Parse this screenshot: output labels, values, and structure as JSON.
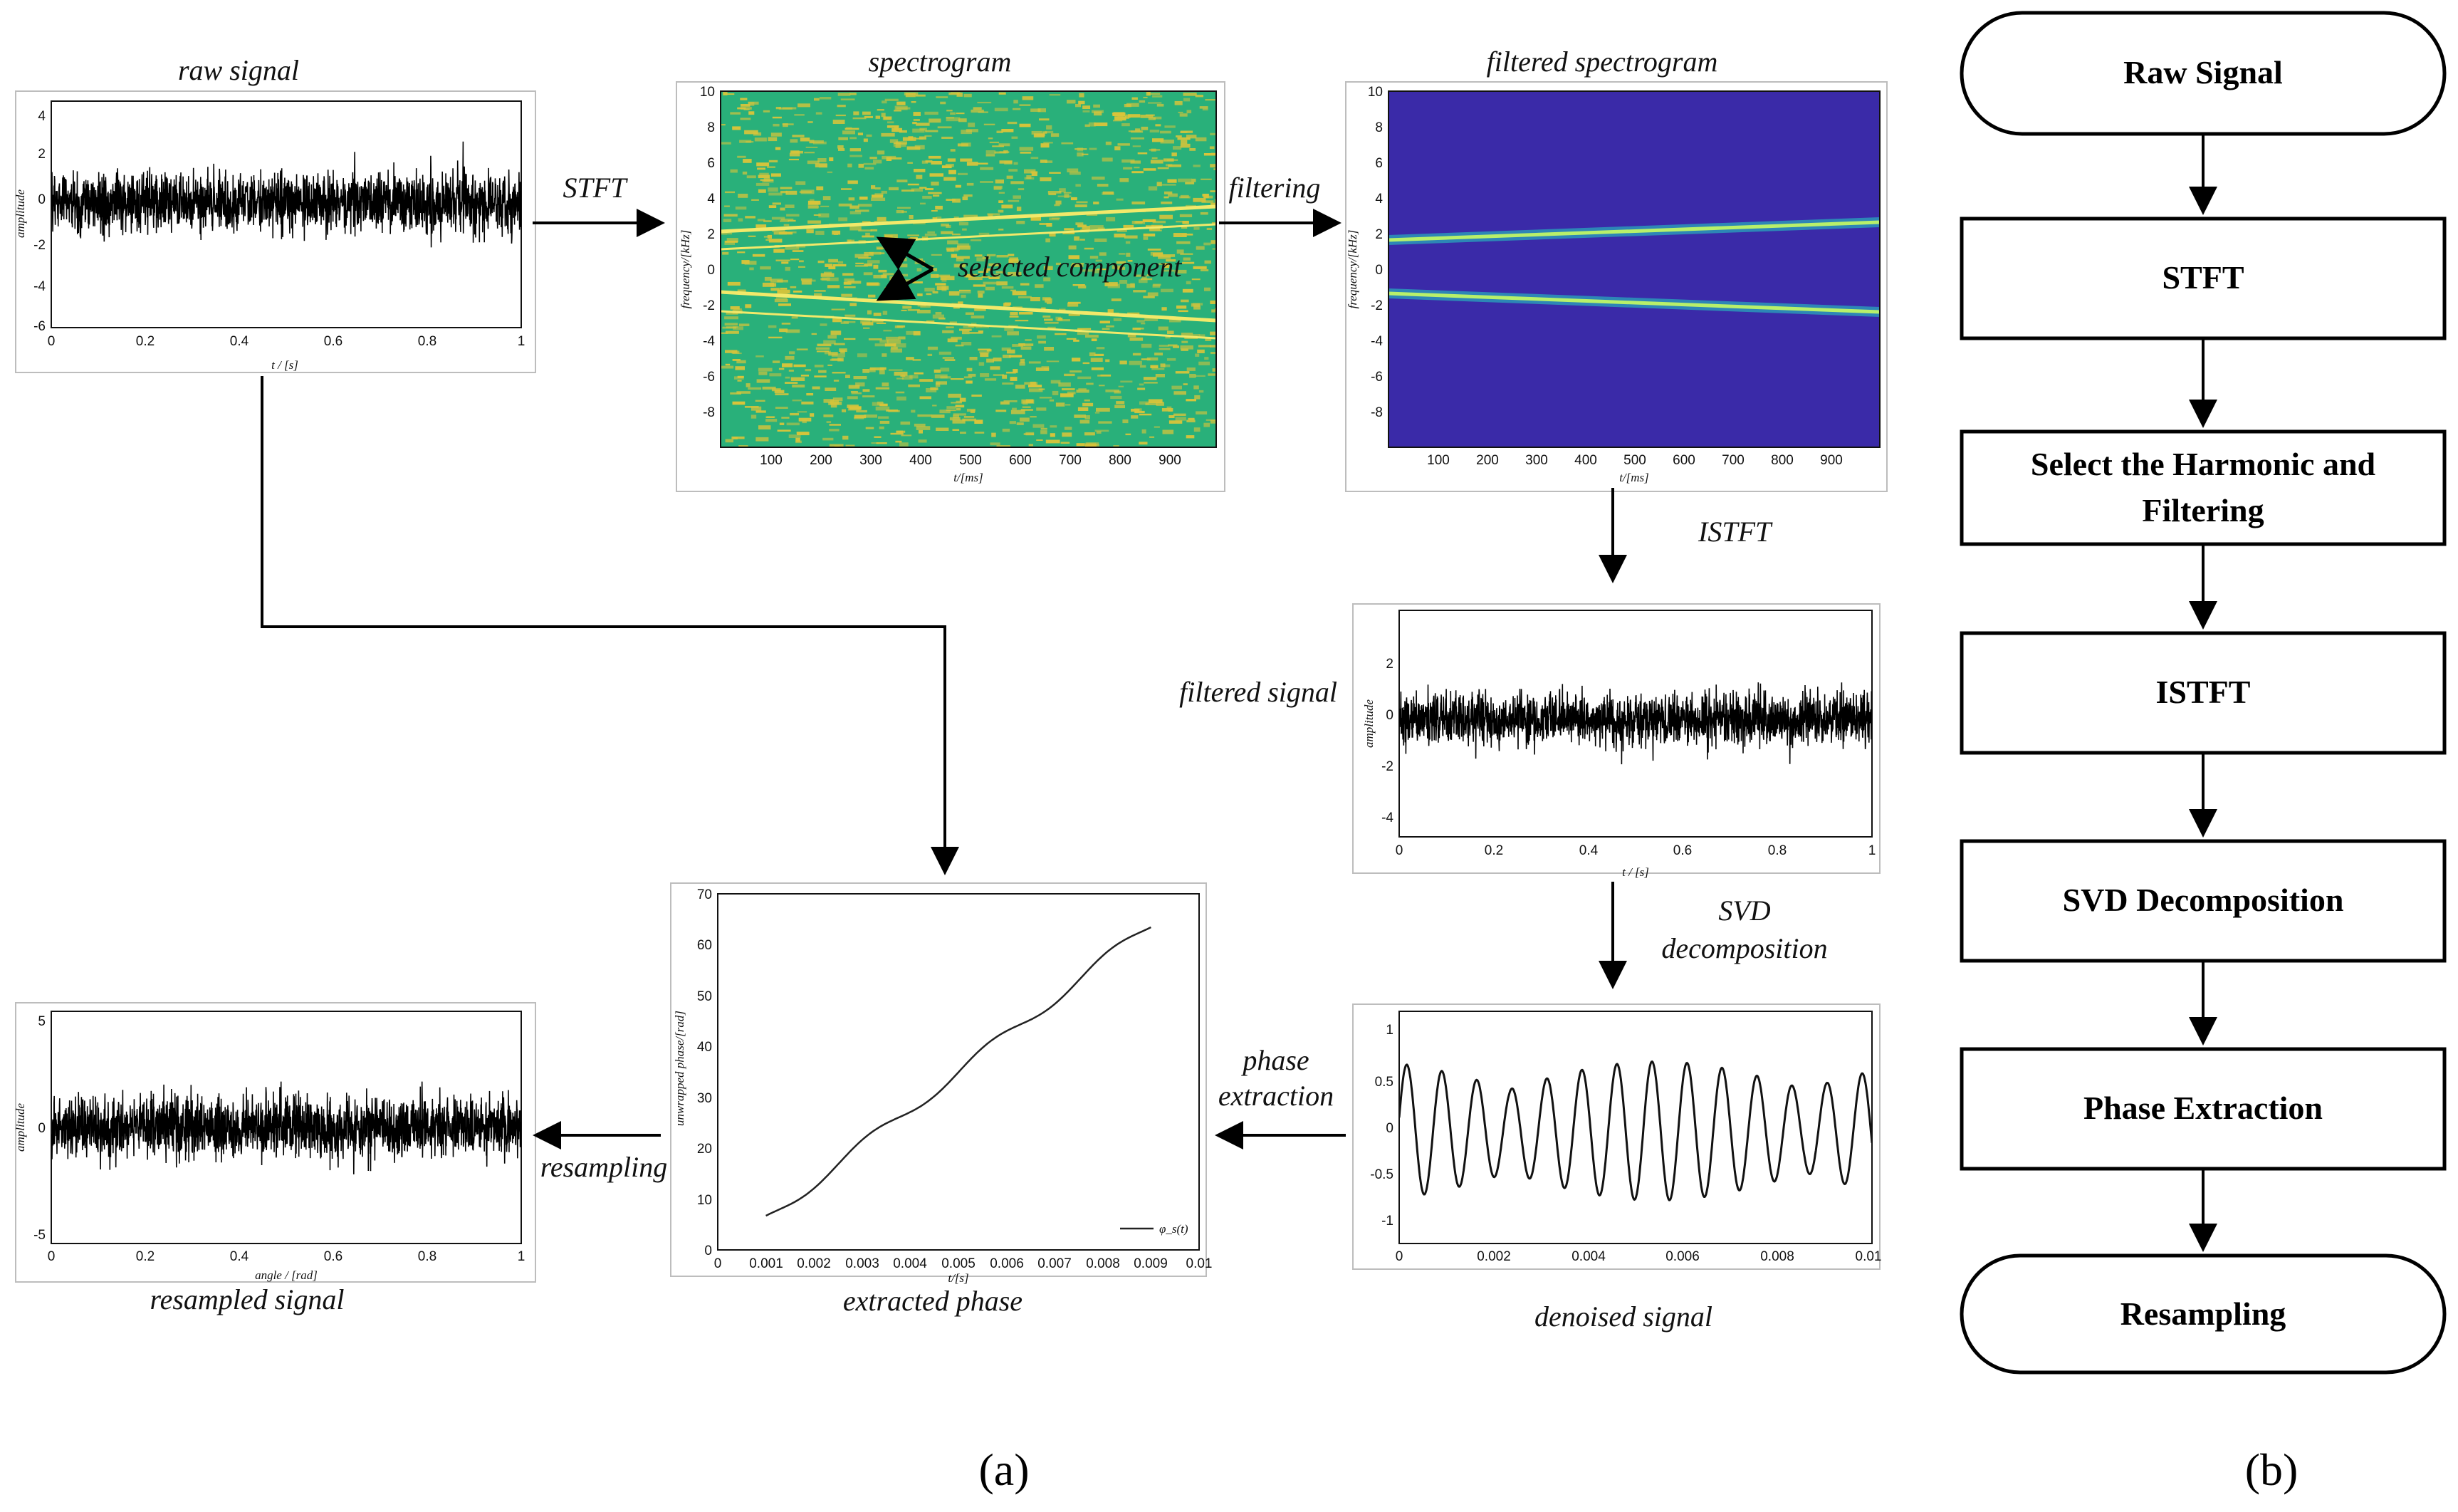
{
  "panel_a": {
    "label": "(a)",
    "raw_signal": {
      "title": "raw signal",
      "ylabel": "amplitude",
      "xlabel": "t / [s]",
      "yticks": [
        "4",
        "2",
        "0",
        "-2",
        "-4",
        "-6"
      ],
      "xticks": [
        "0",
        "0.2",
        "0.4",
        "0.6",
        "0.8",
        "1"
      ]
    },
    "spectrogram": {
      "title": "spectrogram",
      "ylabel": "frequency/[kHz]",
      "xlabel": "t/[ms]",
      "yticks": [
        "10",
        "8",
        "6",
        "4",
        "2",
        "0",
        "-2",
        "-4",
        "-6",
        "-8"
      ],
      "xticks": [
        "100",
        "200",
        "300",
        "400",
        "500",
        "600",
        "700",
        "800",
        "900"
      ],
      "annotation": "selected component",
      "colors": {
        "background": "#29b07a",
        "speckle": "#d8c43a",
        "line": "#f2e96a"
      }
    },
    "filtered_spectrogram": {
      "title": "filtered spectrogram",
      "ylabel": "frequency/[kHz]",
      "xlabel": "t/[ms]",
      "yticks": [
        "10",
        "8",
        "6",
        "4",
        "2",
        "0",
        "-2",
        "-4",
        "-6",
        "-8"
      ],
      "xticks": [
        "100",
        "200",
        "300",
        "400",
        "500",
        "600",
        "700",
        "800",
        "900"
      ],
      "colors": {
        "background": "#3a2aa8",
        "line": "#b8f06a"
      }
    },
    "filtered_signal": {
      "title": "filtered signal",
      "ylabel": "amplitude",
      "xlabel": "t / [s]",
      "yticks": [
        "2",
        "0",
        "-2",
        "-4"
      ],
      "xticks": [
        "0",
        "0.2",
        "0.4",
        "0.6",
        "0.8",
        "1"
      ]
    },
    "denoised_signal": {
      "title": "denoised signal",
      "yticks": [
        "1",
        "0.5",
        "0",
        "-0.5",
        "-1"
      ],
      "xticks": [
        "0",
        "0.002",
        "0.004",
        "0.006",
        "0.008",
        "0.01"
      ]
    },
    "extracted_phase": {
      "title": "extracted phase",
      "ylabel": "unwrapped phase/[rad]",
      "xlabel": "t/[s]",
      "yticks": [
        "70",
        "60",
        "50",
        "40",
        "30",
        "20",
        "10",
        "0"
      ],
      "xticks": [
        "0",
        "0.001",
        "0.002",
        "0.003",
        "0.004",
        "0.005",
        "0.006",
        "0.007",
        "0.008",
        "0.009",
        "0.01"
      ],
      "legend": "φ_s(t)"
    },
    "resampled_signal": {
      "title": "resampled signal",
      "ylabel": "amplitude",
      "xlabel": "angle / [rad]",
      "yticks": [
        "5",
        "0",
        "-5"
      ],
      "xticks": [
        "0",
        "0.2",
        "0.4",
        "0.6",
        "0.8",
        "1"
      ]
    },
    "steps": {
      "stft": "STFT",
      "filtering": "filtering",
      "istft": "ISTFT",
      "svd_line1": "SVD",
      "svd_line2": "decomposition",
      "phase_line1": "phase",
      "phase_line2": "extraction",
      "resampling": "resampling"
    }
  },
  "panel_b": {
    "label": "(b)",
    "flow": [
      {
        "label": "Raw Signal",
        "shape": "terminal"
      },
      {
        "label": "STFT",
        "shape": "process"
      },
      {
        "label": "Select the Harmonic and",
        "label2": "Filtering",
        "shape": "process"
      },
      {
        "label": "ISTFT",
        "shape": "process"
      },
      {
        "label": "SVD Decomposition",
        "shape": "process"
      },
      {
        "label": "Phase Extraction",
        "shape": "process"
      },
      {
        "label": "Resampling",
        "shape": "terminal"
      }
    ]
  }
}
